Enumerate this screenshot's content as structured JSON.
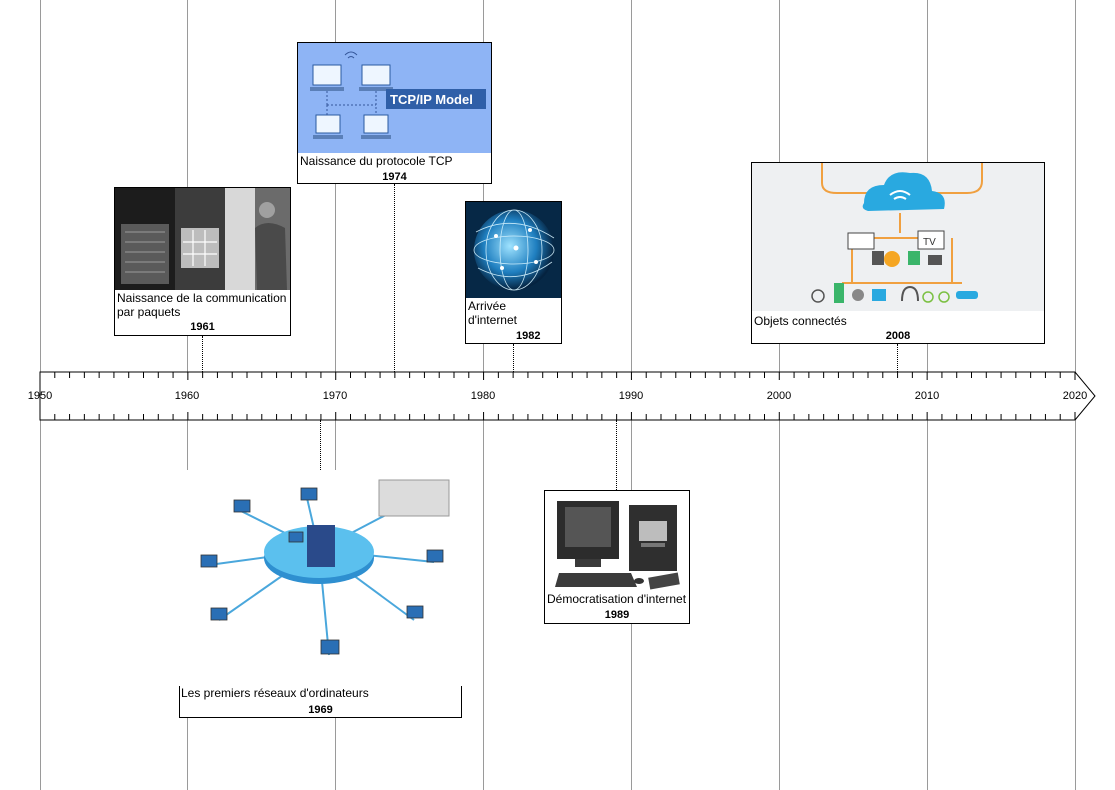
{
  "axis": {
    "ticks": [
      "1950",
      "1960",
      "1970",
      "1980",
      "1990",
      "2000",
      "2010",
      "2020"
    ]
  },
  "events": {
    "packet": {
      "caption": "Naissance de la communication par paquets",
      "year": "1961"
    },
    "tcp": {
      "caption": "Naissance du protocole TCP",
      "year": "1974",
      "image_text": "TCP/IP Model"
    },
    "internet": {
      "caption": "Arrivée d'internet",
      "year": "1982"
    },
    "iot": {
      "caption": "Objets connectés",
      "year": "2008",
      "image_text": "TV"
    },
    "networks": {
      "caption": "Les premiers réseaux d'ordinateurs",
      "year": "1969"
    },
    "democ": {
      "caption": "Démocratisation d'internet",
      "year": "1989"
    }
  },
  "colors": {
    "grid": "#9a9a9a",
    "tcp_bg": "#8eb4f5",
    "globe": "#1f7fc0",
    "hub": "#3aa8df",
    "iot_orange": "#f0a040"
  }
}
